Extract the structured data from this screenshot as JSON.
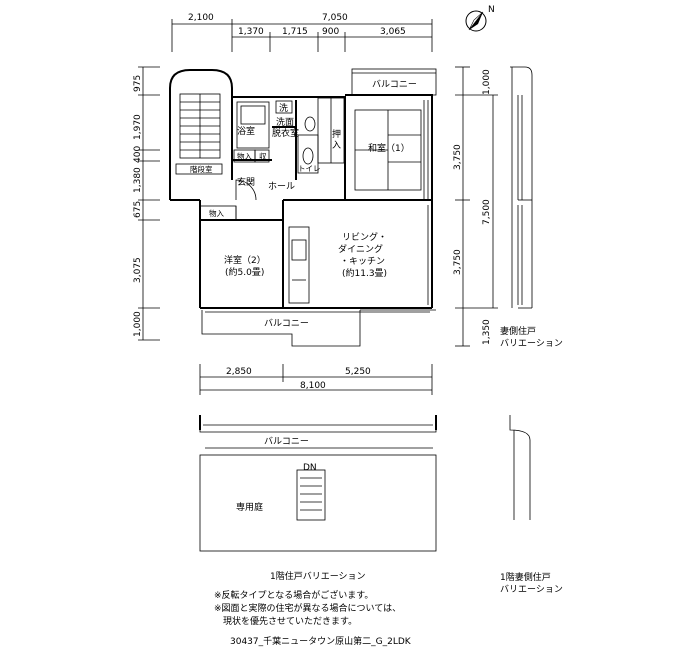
{
  "dimensions": {
    "top_left": "2,100",
    "top_total": "7,050",
    "top_1": "1,370",
    "top_2": "1,715",
    "top_3": "900",
    "top_4": "3,065",
    "left_1": "975",
    "left_2": "1,970",
    "left_3": "400",
    "left_4": "1,380",
    "left_5": "675",
    "left_6": "3,075",
    "left_7": "1,000",
    "right_1": "1,000",
    "right_2": "3,750",
    "right_3": "7,500",
    "right_4": "3,750",
    "right_5": "1,350",
    "bottom_1": "2,850",
    "bottom_2": "5,250",
    "bottom_total": "8,100"
  },
  "rooms": {
    "balcony_top": "バルコニー",
    "washer": "洗",
    "bath": "浴室",
    "washroom_1": "洗面",
    "washroom_2": "脱衣室",
    "closet_oshiire_1": "押",
    "closet_oshiire_2": "入",
    "washitsu": "和室（1）",
    "storage_1": "物入",
    "shoe": "収",
    "toilet": "トイレ",
    "stairwell": "階段室",
    "entrance": "玄関",
    "hall": "ホール",
    "storage_2": "物入",
    "youshitsu_1": "洋室（2）",
    "youshitsu_2": "(約5.0畳)",
    "ldk_1": "リビング・",
    "ldk_2": "ダイニング",
    "ldk_3": "・キッチン",
    "ldk_4": "(約11.3畳)",
    "balcony_bottom": "バルコニー",
    "balcony_ground": "バルコニー",
    "dn": "DN",
    "garden": "専用庭"
  },
  "labels": {
    "compass_n": "N",
    "side_variation_1": "妻側住戸",
    "side_variation_2": "バリエーション",
    "ground_variation": "1階住戸バリエーション",
    "ground_side_1": "1階妻側住戸",
    "ground_side_2": "バリエーション"
  },
  "notes": {
    "note_1": "※反転タイプとなる場合がございます。",
    "note_2": "※図面と実際の住宅が異なる場合については、",
    "note_3": "　現状を優先させていただきます。",
    "caption": "30437_千葉ニュータウン原山第二_G_2LDK"
  }
}
